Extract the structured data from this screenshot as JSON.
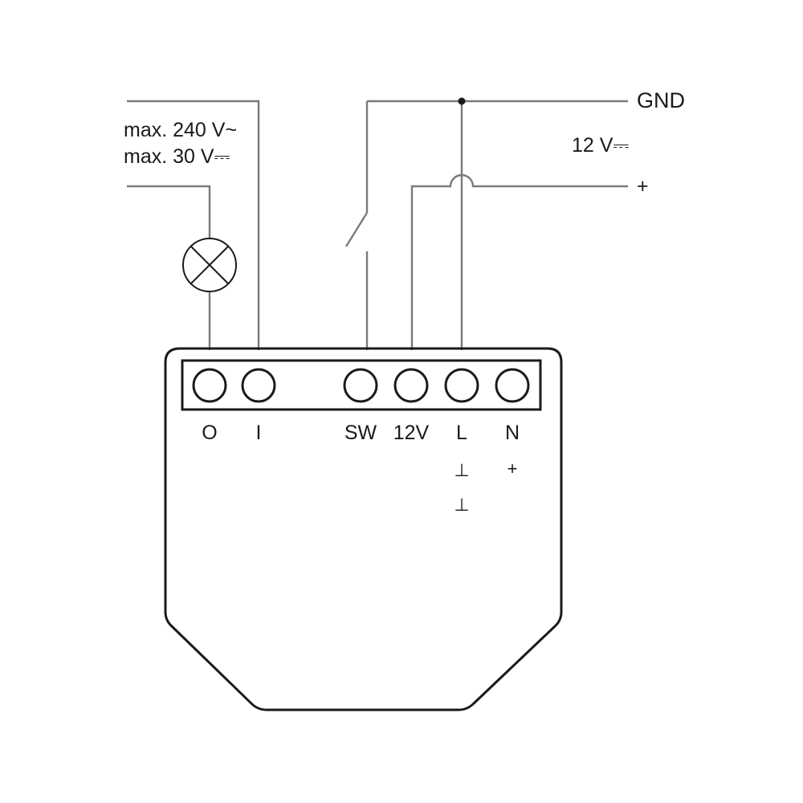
{
  "labels": {
    "max_ac": "max. 240 V~",
    "max_dc": "max. 30 V⎓",
    "gnd": "GND",
    "supply": "12 V⎓",
    "plus": "+"
  },
  "terminals": [
    {
      "id": "O",
      "label": "O"
    },
    {
      "id": "I",
      "label": "I"
    },
    {
      "id": "SW",
      "label": "SW"
    },
    {
      "id": "12V",
      "label": "12V"
    },
    {
      "id": "L",
      "label": "L"
    },
    {
      "id": "N",
      "label": "N"
    }
  ],
  "terminal_sub": {
    "L_1": "⊥",
    "L_2": "⊥",
    "N_1": "+"
  },
  "colors": {
    "wire": "#7a7a7a",
    "outline": "#1a1a1a",
    "background": "#ffffff"
  }
}
